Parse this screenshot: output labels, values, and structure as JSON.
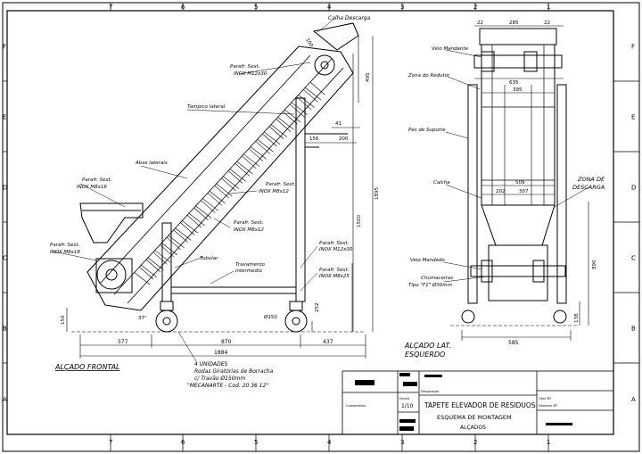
{
  "grid": {
    "top": [
      "7",
      "6",
      "5",
      "4",
      "3",
      "2",
      "1"
    ],
    "bottom": [
      "7",
      "6",
      "5",
      "4",
      "3",
      "2",
      "1"
    ],
    "left": [
      "F",
      "E",
      "D",
      "C",
      "B",
      "A"
    ],
    "right": [
      "F",
      "E",
      "D",
      "C",
      "B",
      "A"
    ]
  },
  "front_view": {
    "title": "ALÇADO FRONTAL",
    "labels": {
      "calha_descarga": "Calha Descarga",
      "paraf_sext_1": "Parafr. Sext.",
      "inox_m12x30_1": "INOX M12x30",
      "tampico_lateral": "Tampico lateral",
      "abas_laterais": "Abas laterais",
      "paraf_sext_2": "Parafr. Sext.",
      "inox_m8x16": "INOX M8x16",
      "paraf_sext_3": "Parafr. Sext.",
      "inox_m8x12": "INOX M8x12",
      "paraf_sext_4": "Parafr. Sext.",
      "inox_m8x12_2": "INOX M8x12",
      "paraf_sext_5": "Parafr. Sext.",
      "inox_m8x18": "INOX M8x18",
      "tubular": "Tubular",
      "travamento": "Travamento",
      "intermedio": "intermédio",
      "paraf_sext_6": "Parafr. Sext.",
      "inox_m12x30_2": "INOX M12x30",
      "paraf_sext_7": "Parafr. Sext.",
      "inox_m8x25": "INOX M8x25",
      "unidades": "4 UNIDADES",
      "rodas": "Rodas Giratórias de Borracha",
      "travao": "c/ Travão Ø150mm",
      "mecanarte": "\"MECANARTE - Cod. 20 36 12\""
    },
    "dims": {
      "d100": "100",
      "d495": "495",
      "d41": "41",
      "d156": "156",
      "d200": "200",
      "d1895": "1895",
      "d1500": "1500",
      "d252": "252",
      "d150": "150",
      "d6150": "Ø150",
      "d577": "577",
      "d870": "870",
      "d437": "437",
      "d1884": "1884",
      "d37": "37°"
    }
  },
  "side_view": {
    "title1": "ALÇADO LAT.",
    "title2": "ESQUERDO",
    "labels": {
      "veio_mandante": "Veio Mandante",
      "zona_redutor": "Zona do Redutor",
      "pes_suporte": "Pés de Suporte",
      "calcha": "Calcha",
      "zona_de": "ZONA DE",
      "descarga": "DESCARGA",
      "veio_mandado": "Veio Mandado",
      "chumaceiras": "Chumaceiras",
      "tipo_f1": "Tipo \"F1\" Ø30mm"
    },
    "dims": {
      "d22a": "22",
      "d285": "285",
      "d22b": "22",
      "d635": "635",
      "d395": "395",
      "d509": "509",
      "d202": "202",
      "d307": "307",
      "d890": "890",
      "d138": "138",
      "d585": "585"
    }
  },
  "title_block": {
    "escala_label": "Escala",
    "escala": "1/10",
    "designacao_label": "Designação",
    "line1": "TAPETE ELEVADOR DE RESIDUOS",
    "line2": "ESQUEMA DE MONTAGEM",
    "line3": "ALÇADOS",
    "comentarios": "Comentários",
    "obra": "Obra Nº",
    "desenho": "Desenho Nº"
  }
}
